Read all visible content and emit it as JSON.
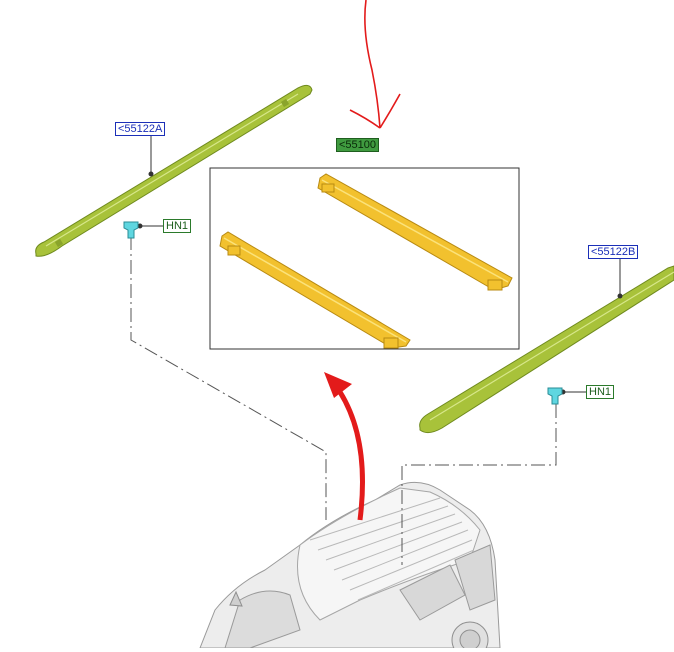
{
  "labels": {
    "roof_rail_left": "<55122A",
    "roof_rail_right": "<55122B",
    "cross_bar_kit": "<55100",
    "fastener_left": "HN1",
    "fastener_right": "HN1"
  },
  "colors": {
    "rail": "#a8c23a",
    "rail_dark": "#6f8a1e",
    "cross_bar": "#f2c12e",
    "cross_bar_dark": "#b88a12",
    "fastener": "#5fd6e0",
    "annotation_red": "#e31b1b",
    "callout_blue": "#1b2fb8",
    "callout_green": "#2b7a2b",
    "vehicle": "#e6e6e6"
  },
  "icons": {
    "hand_drawn_arrow": "red-down-arrow",
    "curved_arrow": "red-up-curved-arrow",
    "fastener": "push-clip-icon"
  }
}
